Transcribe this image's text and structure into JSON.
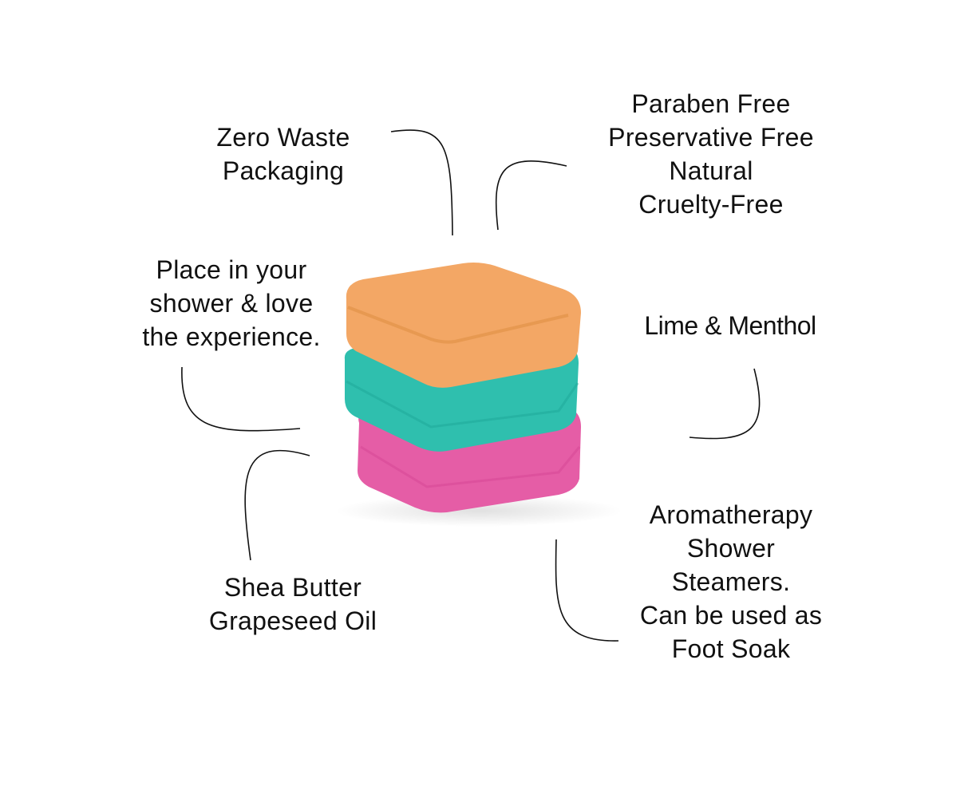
{
  "product": {
    "name": "Aromatherapy Shower Steamers",
    "colors": {
      "top": "#f3a765",
      "middle": "#2fbfae",
      "bottom": "#e55da6"
    }
  },
  "callouts": {
    "zero_waste": [
      "Zero Waste",
      "Packaging"
    ],
    "free_from": [
      "Paraben Free",
      "Preservative Free",
      "Natural",
      "Cruelty-Free"
    ],
    "usage": [
      "Place in your",
      "shower & love",
      "the experience."
    ],
    "scent": [
      "Lime & Menthol"
    ],
    "ingredients": [
      "Shea Butter",
      "Grapeseed Oil"
    ],
    "description": [
      "Aromatherapy",
      "Shower",
      "Steamers.",
      "Can be used as",
      "Foot Soak"
    ]
  }
}
